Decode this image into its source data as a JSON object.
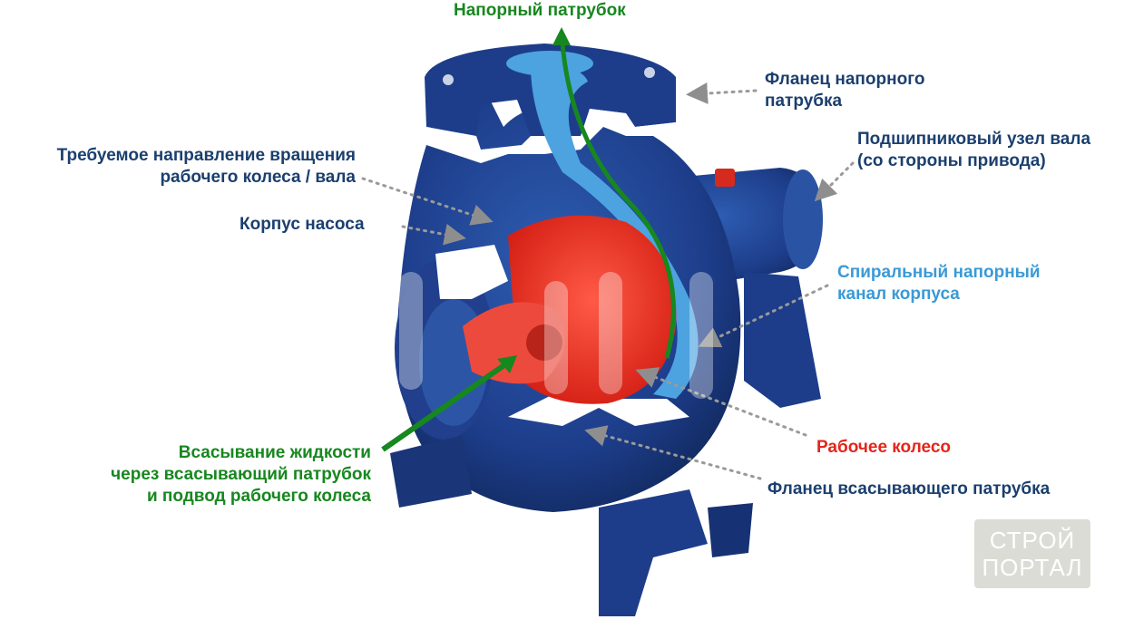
{
  "labels": {
    "discharge_nozzle": "Напорный патрубок",
    "discharge_flange": [
      "Фланец напорного",
      "патрубка"
    ],
    "bearing_unit": [
      "Подшипниковый узел вала",
      "(со стороны привода)"
    ],
    "rotation_direction": [
      "Требуемое направление вращения",
      "рабочего колеса / вала"
    ],
    "pump_casing": "Корпус насоса",
    "volute_channel": [
      "Спиральный напорный",
      "канал корпуса"
    ],
    "impeller": "Рабочее колесо",
    "suction_flange": "Фланец всасывающего патрубка",
    "suction": [
      "Всасывание жидкости",
      "через всасывающий патрубок",
      "и подвод рабочего колеса"
    ]
  },
  "watermark": [
    "СТРОЙ",
    "ПОРТАЛ"
  ],
  "colors": {
    "navy": "#1b3f6e",
    "green": "#17871f",
    "cyan": "#3a9ad6",
    "red": "#e3261b",
    "pump_blue": "#1d3d8a",
    "impeller_red": "#e32a1e",
    "leader_gray": "#9a9a9a"
  }
}
